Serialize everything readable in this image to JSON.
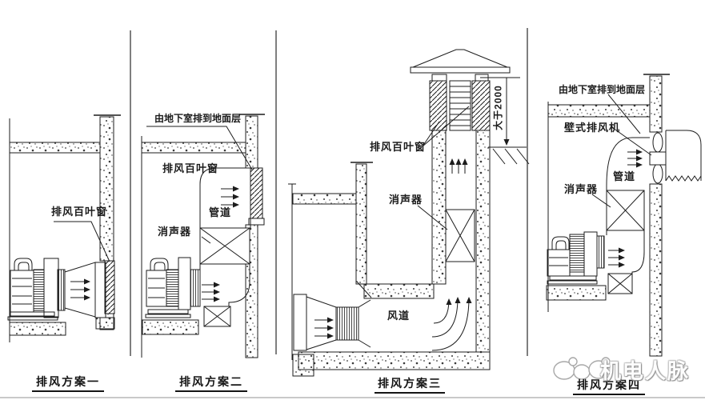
{
  "page": {
    "background": "#ffffff",
    "line_color": "#1c1c1c",
    "concrete_dot_color": "#3a3a3a"
  },
  "panels": [
    {
      "id": "scheme-1",
      "caption": "排风方案一",
      "labels": {
        "louver": "排风百叶窗"
      }
    },
    {
      "id": "scheme-2",
      "caption": "排风方案二",
      "labels": {
        "route": "由地下室排到地面层",
        "louver": "排风百叶窗",
        "duct": "管道",
        "silencer": "消声器"
      }
    },
    {
      "id": "scheme-3",
      "caption": "排风方案三",
      "labels": {
        "louver": "排风百叶窗",
        "silencer": "消声器",
        "air_duct": "风道",
        "dimension": "大于2000"
      }
    },
    {
      "id": "scheme-4",
      "caption": "排风方案四",
      "labels": {
        "route": "由地下室排到地面层",
        "wall_fan": "壁式排风机",
        "duct": "管道",
        "silencer": "消声器"
      }
    }
  ],
  "watermark": {
    "text": "机电人脉"
  }
}
